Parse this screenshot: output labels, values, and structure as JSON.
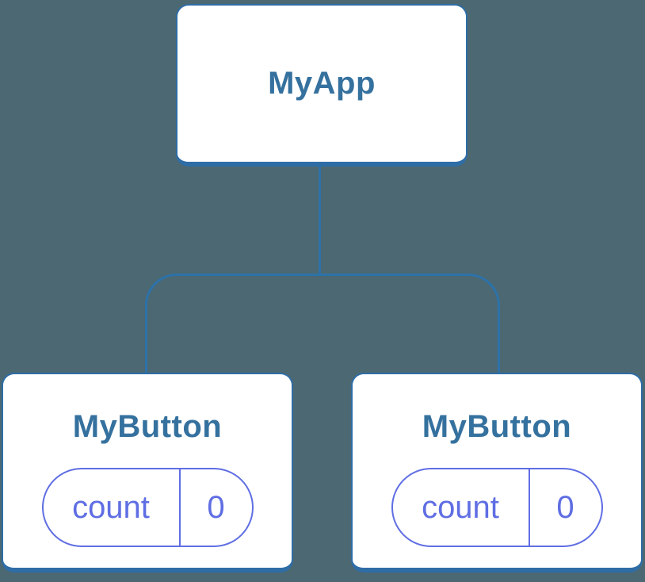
{
  "diagram": {
    "type": "component-tree",
    "root": {
      "label": "MyApp"
    },
    "children": [
      {
        "label": "MyButton",
        "state": {
          "key": "count",
          "value": "0"
        }
      },
      {
        "label": "MyButton",
        "state": {
          "key": "count",
          "value": "0"
        }
      }
    ]
  },
  "colors": {
    "bg": "#4c6872",
    "node-border": "#2e6da6",
    "line": "#2d72a9",
    "title": "#35719e",
    "pill": "#5f6ee3",
    "node-bg": "#ffffff"
  }
}
